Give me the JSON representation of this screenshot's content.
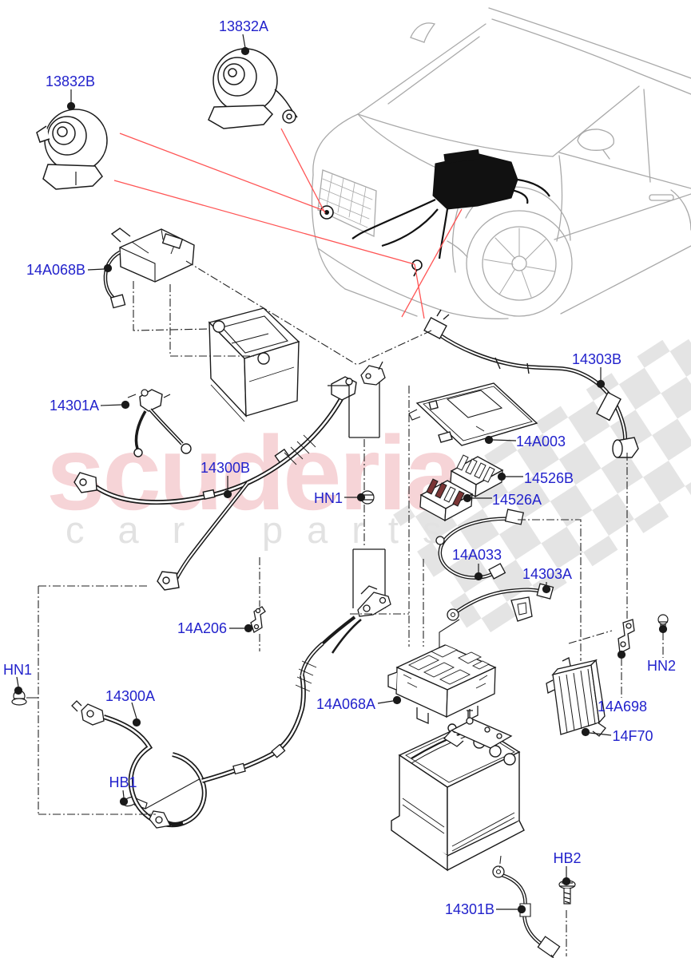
{
  "watermark": {
    "brand": "scuderia",
    "tagline_left": "car",
    "tagline_right": "parts",
    "brand_color": "#f2bac0",
    "tagline_color": "#e2e2e2",
    "checker_color": "#e4e4e4"
  },
  "diagram": {
    "label_color": "#2222cc",
    "line_color": "#1a1a1a",
    "car_line_color": "#a9a9a9",
    "locator_line_color": "#ff5555",
    "fuse_accent_color": "#7a3535",
    "labels": [
      {
        "id": "13832A",
        "text": "13832A",
        "part": "horn-high-note"
      },
      {
        "id": "13832B",
        "text": "13832B",
        "part": "horn-low-note"
      },
      {
        "id": "14A068B",
        "text": "14A068B",
        "part": "battery-monitor-module"
      },
      {
        "id": "14301A",
        "text": "14301A",
        "part": "battery-cable-clamp"
      },
      {
        "id": "14300B",
        "text": "14300B",
        "part": "battery-positive-harness"
      },
      {
        "id": "HN1-center",
        "text": "HN1",
        "part": "nut"
      },
      {
        "id": "14303B",
        "text": "14303B",
        "part": "battery-cable"
      },
      {
        "id": "14A003",
        "text": "14A003",
        "part": "fuse-box-cover"
      },
      {
        "id": "14526B",
        "text": "14526B",
        "part": "fuse-link-box"
      },
      {
        "id": "14526A",
        "text": "14526A",
        "part": "fuse-link-box"
      },
      {
        "id": "14A033",
        "text": "14A033",
        "part": "ground-cable"
      },
      {
        "id": "14303A",
        "text": "14303A",
        "part": "battery-cable"
      },
      {
        "id": "HN2",
        "text": "HN2",
        "part": "nut"
      },
      {
        "id": "14A698",
        "text": "14A698",
        "part": "bracket"
      },
      {
        "id": "14F70",
        "text": "14F70",
        "part": "voltage-converter-module"
      },
      {
        "id": "14A068A",
        "text": "14A068A",
        "part": "battery-junction-fuse-box"
      },
      {
        "id": "HN1-left",
        "text": "HN1",
        "part": "nut"
      },
      {
        "id": "14A206",
        "text": "14A206",
        "part": "cable-bracket"
      },
      {
        "id": "14300A",
        "text": "14300A",
        "part": "battery-ground-harness"
      },
      {
        "id": "HB1",
        "text": "HB1",
        "part": "bolt"
      },
      {
        "id": "HB2",
        "text": "HB2",
        "part": "bolt"
      },
      {
        "id": "14301B",
        "text": "14301B",
        "part": "battery-ground-cable"
      }
    ]
  }
}
